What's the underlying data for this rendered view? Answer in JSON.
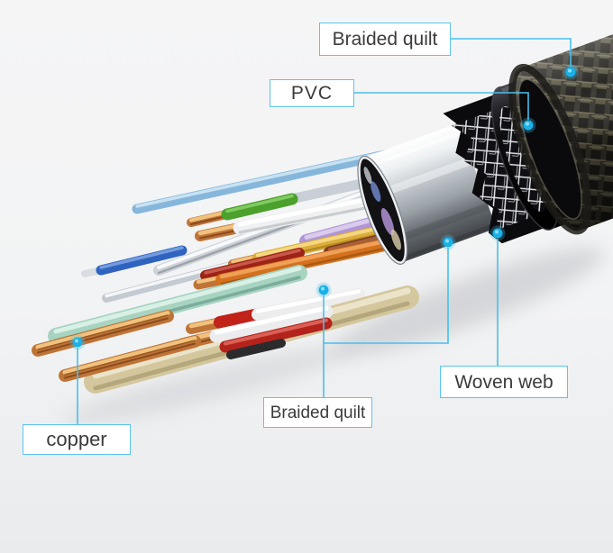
{
  "labels": {
    "braided_quilt_top": {
      "text": "Braided quilt"
    },
    "pvc": {
      "text": "PVC"
    },
    "woven_web": {
      "text": "Woven web"
    },
    "braided_quilt_bottom": {
      "text": "Braided quilt"
    },
    "copper": {
      "text": "copper"
    }
  },
  "colors": {
    "annotation_line": "#46bfee",
    "annotation_dot": "#18b2e8",
    "label_border": "#5ac4ee",
    "label_text": "#3b3b3b",
    "background_top": "#f5f5f6",
    "background_bottom": "#e9ebed",
    "copper": "#bf7437",
    "pvc_jacket": "#0a0a0c",
    "foil_shield": "#c3c9ce",
    "braided_sleeve": "#57533f"
  }
}
